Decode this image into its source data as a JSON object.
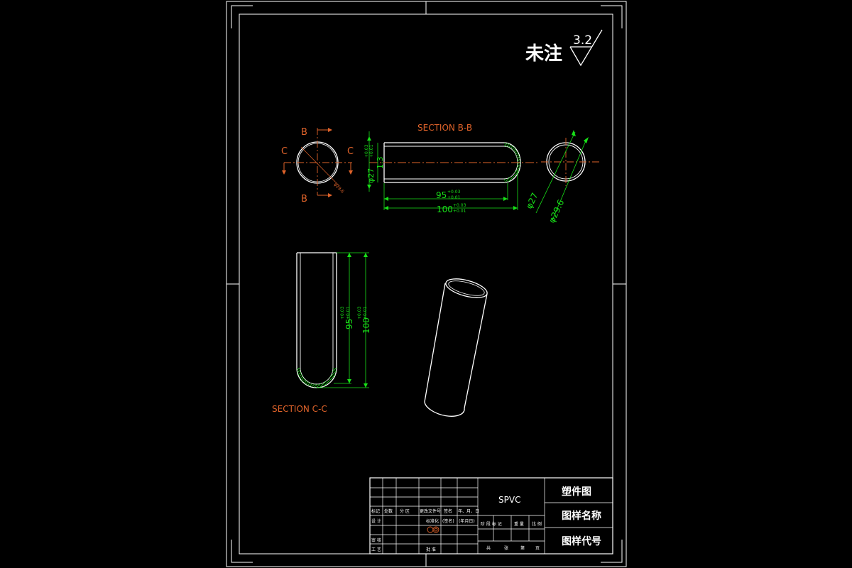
{
  "roughness": {
    "label": "未注",
    "value": "3.2"
  },
  "views": {
    "section_bb": {
      "title": "SECTION B-B"
    },
    "section_cc": {
      "title": "SECTION C-C"
    },
    "front": {
      "label_b_top": "B",
      "label_b_bottom": "B",
      "label_c_left": "C",
      "label_c_right": "C",
      "dim_dia": "φ29.6"
    }
  },
  "dimensions": {
    "dia_27_tol": "φ27",
    "tol_upper_003": "+0.03",
    "tol_lower_001": "+0.01",
    "wall": "1.3",
    "len_95": "95",
    "len_100": "100",
    "dia_27": "φ27",
    "dia_29_6": "φ29.6"
  },
  "title_block": {
    "material": "SPVC",
    "drawing_type": "塑件图",
    "name_label": "图样名称",
    "code_label": "图样代号",
    "cells": {
      "mark": "标记",
      "count": "处数",
      "zone": "分 区",
      "change_doc": "更改文件号",
      "sign": "签名",
      "date": "年、月、日",
      "design": "设 计",
      "standard": "标准化",
      "sign2": "(签名)",
      "date2": "(年月日)",
      "review": "审 核",
      "process": "工 艺",
      "approve": "批 准",
      "stage_mark": "阶 段 标 记",
      "weight": "重 量",
      "scale": "比 例",
      "total": "共",
      "sheet": "张",
      "page": "第",
      "page2": "页"
    }
  }
}
